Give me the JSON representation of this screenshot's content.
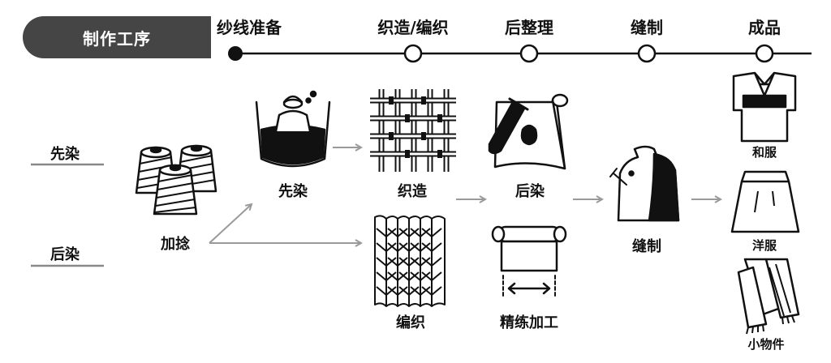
{
  "header": {
    "badge": "制作工序"
  },
  "timeline": {
    "stages": [
      "纱线准备",
      "织造/编织",
      "后整理",
      "缝制",
      "成品"
    ]
  },
  "dye_methods": {
    "pre": "先染",
    "post": "后染"
  },
  "steps": {
    "twist": "加捻",
    "pre_dye": "先染",
    "weave": "织造",
    "knit": "编织",
    "post_dye": "后染",
    "refine": "精练加工",
    "sew": "缝制"
  },
  "products": {
    "kimono": "和服",
    "western": "洋服",
    "accessory": "小物件"
  },
  "colors": {
    "badge": "#454545",
    "line": "#111111",
    "arrow": "#9a9a9a",
    "rule": "#888888"
  }
}
